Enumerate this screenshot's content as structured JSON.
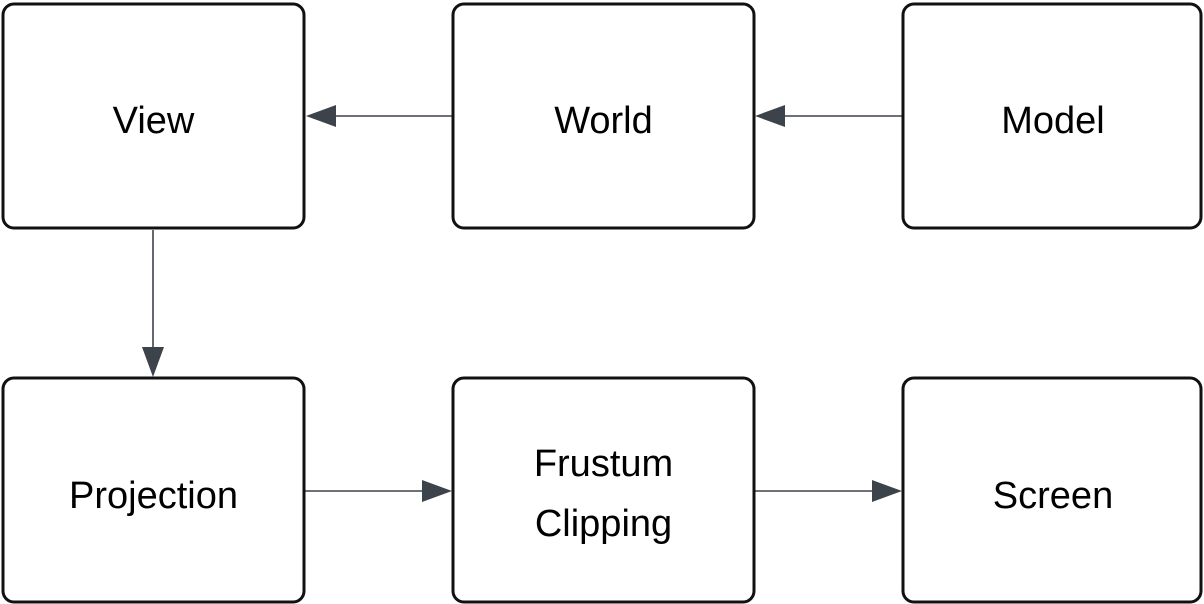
{
  "nodes": {
    "view": {
      "label": "View"
    },
    "world": {
      "label": "World"
    },
    "model": {
      "label": "Model"
    },
    "projection": {
      "label": "Projection"
    },
    "frustum_clipping": {
      "label_lines": [
        "Frustum",
        "Clipping"
      ]
    },
    "screen": {
      "label": "Screen"
    }
  },
  "edges": [
    {
      "from": "Model",
      "to": "World"
    },
    {
      "from": "World",
      "to": "View"
    },
    {
      "from": "View",
      "to": "Projection"
    },
    {
      "from": "Projection",
      "to": "Frustum Clipping"
    },
    {
      "from": "Frustum Clipping",
      "to": "Screen"
    }
  ],
  "colors": {
    "box_stroke": "#111111",
    "box_fill": "#ffffff",
    "edge": "#3d434b",
    "text": "#000000"
  }
}
